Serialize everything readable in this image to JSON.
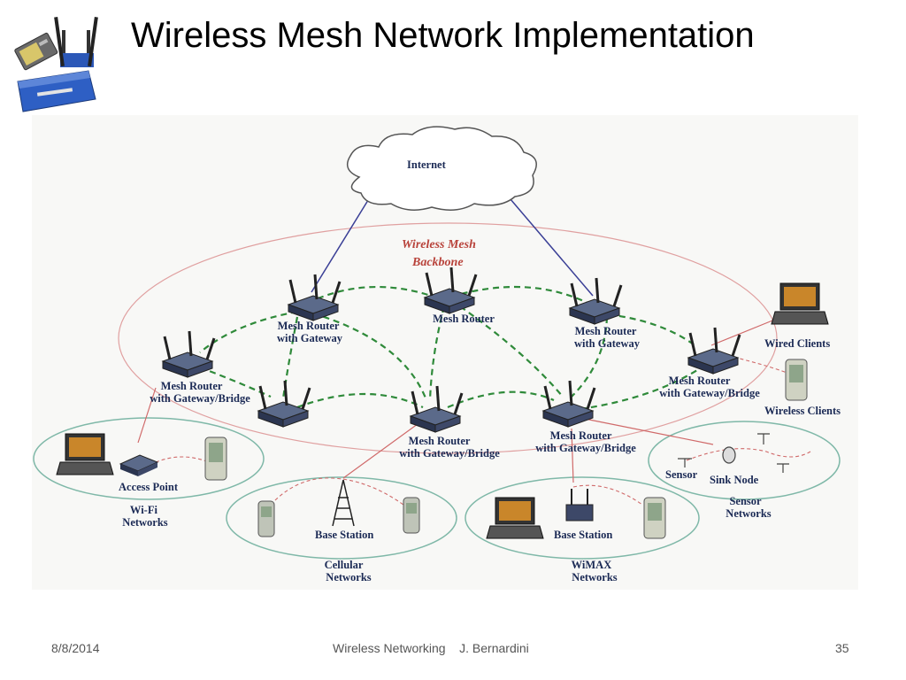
{
  "slide": {
    "title": "Wireless Mesh Network Implementation",
    "footer": {
      "date": "8/8/2014",
      "course": "Wireless Networking",
      "author": "J. Bernardini",
      "page": "35"
    }
  },
  "diagram": {
    "internet": "Internet",
    "backbone_line1": "Wireless Mesh",
    "backbone_line2": "Backbone",
    "router_gw_top_left": [
      "Mesh Router",
      "with Gateway"
    ],
    "router_top_center": [
      "Mesh Router"
    ],
    "router_gw_top_right": [
      "Mesh Router",
      "with Gateway"
    ],
    "router_bridge_left": [
      "Mesh Router",
      "with Gateway/Bridge"
    ],
    "router_bridge_center": [
      "Mesh Router",
      "with Gateway/Bridge"
    ],
    "router_bridge_center_right": [
      "Mesh Router",
      "with Gateway/Bridge"
    ],
    "router_bridge_right": [
      "Mesh Router",
      "with Gateway/Bridge"
    ],
    "wired_clients": "Wired Clients",
    "wireless_clients": "Wireless Clients",
    "access_point": "Access Point",
    "wifi_networks": [
      "Wi-Fi",
      "Networks"
    ],
    "base_station_cellular": "Base Station",
    "cellular_networks": [
      "Cellular",
      "Networks"
    ],
    "base_station_wimax": "Base Station",
    "wimax_networks": [
      "WiMAX",
      "Networks"
    ],
    "sensor": "Sensor",
    "sink_node": "Sink Node",
    "sensor_networks": [
      "Sensor",
      "Networks"
    ]
  },
  "colors": {
    "mesh_link": "#2f8a3a",
    "internet_link": "#3a3f96",
    "wireless_link": "#d06a6a",
    "group_ellipse": "#7fb8a8",
    "backbone_ellipse": "#e0a0a0"
  }
}
